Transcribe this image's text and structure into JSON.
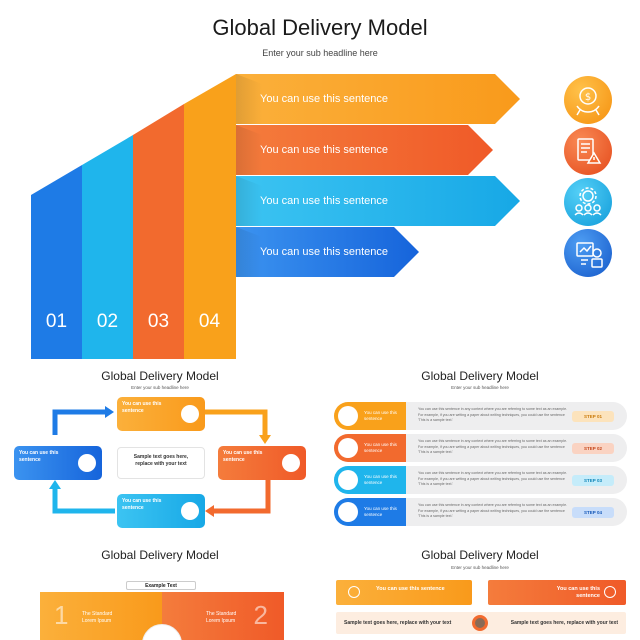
{
  "main": {
    "title": "Global Delivery Model",
    "subtitle": "Enter your sub headline here",
    "arrows": [
      {
        "label": "You can use this sentence",
        "color": "#F9A11B"
      },
      {
        "label": "You can use this sentence",
        "color": "#F26A2E"
      },
      {
        "label": "You can use this sentence",
        "color": "#1FB5EC"
      },
      {
        "label": "You can use this sentence",
        "color": "#1E7BE6"
      }
    ],
    "columns": [
      {
        "number": "01",
        "color": "#1E7BE6"
      },
      {
        "number": "02",
        "color": "#1FB5EC"
      },
      {
        "number": "03",
        "color": "#F26A2E"
      },
      {
        "number": "04",
        "color": "#F9A11B"
      }
    ],
    "icons": [
      {
        "name": "money-hand-icon",
        "color": "#F9A11B"
      },
      {
        "name": "document-warning-icon",
        "color": "#F26A2E"
      },
      {
        "name": "team-gear-icon",
        "color": "#1FB5EC"
      },
      {
        "name": "presentation-icon",
        "color": "#1E7BE6"
      }
    ]
  },
  "thumb_cycle": {
    "title": "Global Delivery Model",
    "subtitle": "Enter your sub headline here",
    "boxes": [
      {
        "label": "You can use this sentence",
        "color": "#F9A11B"
      },
      {
        "label": "You can use this sentence",
        "color": "#F26A2E"
      },
      {
        "label": "You can use this sentence",
        "color": "#1FB5EC"
      },
      {
        "label": "You can use this sentence",
        "color": "#1E7BE6"
      }
    ],
    "center_text": "Sample text goes here, replace with your text"
  },
  "thumb_steps": {
    "title": "Global Delivery Model",
    "subtitle": "Enter your sub headline here",
    "rows": [
      {
        "label": "You can use this sentence",
        "step": "STEP 01",
        "color": "#F9A11B",
        "desc": "You can use this sentence in any context where you are referring to some text as an example. For example, if you are writing a paper about writing techniques, you could use the sentence 'This is a sample text.'"
      },
      {
        "label": "You can use this sentence",
        "step": "STEP 02",
        "color": "#F26A2E",
        "desc": "You can use this sentence in any context where you are referring to some text as an example. For example, if you are writing a paper about writing techniques, you could use the sentence 'This is a sample text.'"
      },
      {
        "label": "You can use this sentence",
        "step": "STEP 03",
        "color": "#1FB5EC",
        "desc": "You can use this sentence in any context where you are referring to some text as an example. For example, if you are writing a paper about writing techniques, you could use the sentence 'This is a sample text.'"
      },
      {
        "label": "You can use this sentence",
        "step": "STEP 04",
        "color": "#1E7BE6",
        "desc": "You can use this sentence in any context where you are referring to some text as an example. For example, if you are writing a paper about writing techniques, you could use the sentence 'This is a sample text.'"
      }
    ]
  },
  "thumb_bottom_left": {
    "title": "Global Delivery Model",
    "example_text": "Example Text",
    "cards": [
      {
        "number": "1",
        "text": "The Standard Lorem Ipsum",
        "color": "#F9A11B"
      },
      {
        "number": "2",
        "text": "The Standard Lorem Ipsum",
        "color": "#F26A2E"
      }
    ]
  },
  "thumb_bottom_right": {
    "title": "Global Delivery Model",
    "subtitle": "Enter your sub headline here",
    "cards": [
      {
        "label": "You can use this sentence",
        "color": "#F9A11B"
      },
      {
        "label": "You can use this sentence",
        "color": "#F26A2E"
      }
    ],
    "sample_left": "Sample text goes here, replace with your text",
    "sample_right": "Sample text goes here, replace with your text"
  }
}
